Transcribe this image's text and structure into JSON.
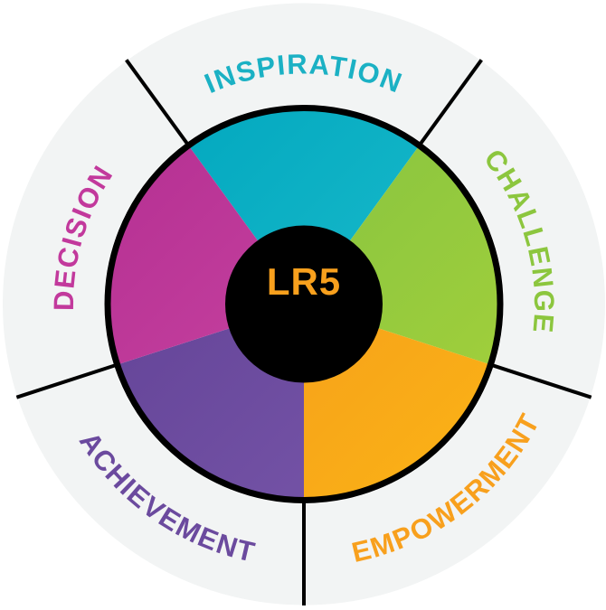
{
  "diagram": {
    "center_label": "LR5",
    "center_label_color": "#f8a01d",
    "hub_color": "#000000",
    "ring_color": "#f2f4f4",
    "outline_color": "#000000",
    "background_color": "#ffffff",
    "sectors": [
      {
        "id": "inspiration",
        "label": "INSPIRATION",
        "start_angle": -126,
        "end_angle": -54,
        "label_angle": -90,
        "label_arc": "top",
        "color": "#00b5c9",
        "color_dark": "#00a6be",
        "color_light": "#23c2cf",
        "label_color": "#1bb1c4"
      },
      {
        "id": "challenge",
        "label": "CHALLENGE",
        "start_angle": -54,
        "end_angle": 18,
        "label_angle": -16,
        "label_arc": "top",
        "color": "#8dc63f",
        "color_dark": "#7cc043",
        "color_light": "#a6d13a",
        "label_color": "#8cc63e"
      },
      {
        "id": "empowerment",
        "label": "EMPOWERMENT",
        "start_angle": 18,
        "end_angle": 90,
        "label_angle": 52.5,
        "label_arc": "bottom",
        "color": "#f7a21e",
        "color_dark": "#f29120",
        "color_light": "#fbb315",
        "label_color": "#f8a01d"
      },
      {
        "id": "achievement",
        "label": "ACHIEVEMENT",
        "start_angle": 90,
        "end_angle": 162,
        "label_angle": 125,
        "label_arc": "bottom",
        "color": "#6a4b9d",
        "color_dark": "#5d3e92",
        "color_light": "#7a58ab",
        "label_color": "#6b4a9e"
      },
      {
        "id": "decision",
        "label": "DECISION",
        "start_angle": 162,
        "end_angle": 234,
        "label_angle": 196.5,
        "label_arc": "top",
        "color": "#c23a9c",
        "color_dark": "#b42f92",
        "color_light": "#d14da7",
        "label_color": "#c2399c"
      }
    ]
  }
}
